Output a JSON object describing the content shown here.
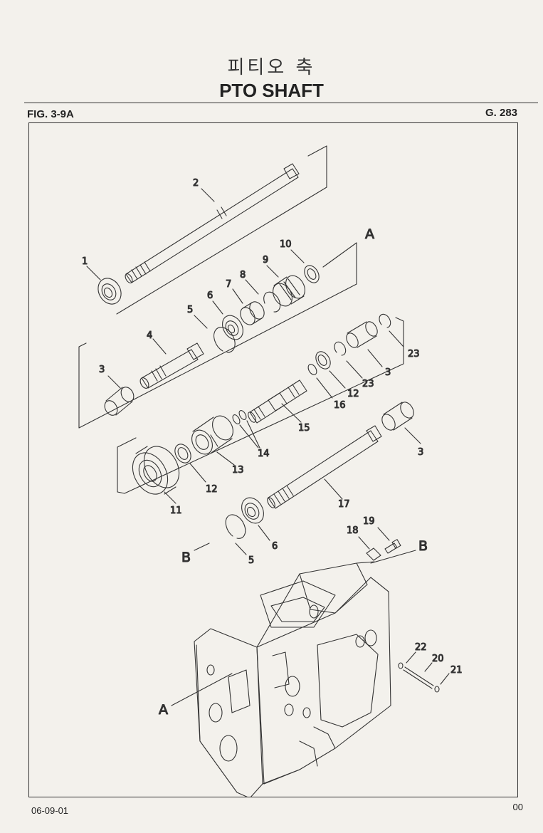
{
  "header": {
    "title_korean": "피티오 축",
    "title_english": "PTO SHAFT",
    "figure": "FIG. 3-9A",
    "page_code": "G. 283"
  },
  "callouts": [
    {
      "id": "c1",
      "label": "1"
    },
    {
      "id": "c2",
      "label": "2"
    },
    {
      "id": "c3a",
      "label": "3"
    },
    {
      "id": "c3b",
      "label": "3"
    },
    {
      "id": "c3c",
      "label": "3"
    },
    {
      "id": "c4",
      "label": "4"
    },
    {
      "id": "c5a",
      "label": "5"
    },
    {
      "id": "c5b",
      "label": "5"
    },
    {
      "id": "c6a",
      "label": "6"
    },
    {
      "id": "c6b",
      "label": "6"
    },
    {
      "id": "c7",
      "label": "7"
    },
    {
      "id": "c8",
      "label": "8"
    },
    {
      "id": "c9",
      "label": "9"
    },
    {
      "id": "c10",
      "label": "10"
    },
    {
      "id": "c11",
      "label": "11"
    },
    {
      "id": "c12a",
      "label": "12"
    },
    {
      "id": "c12b",
      "label": "12"
    },
    {
      "id": "c13",
      "label": "13"
    },
    {
      "id": "c14",
      "label": "14"
    },
    {
      "id": "c15",
      "label": "15"
    },
    {
      "id": "c16",
      "label": "16"
    },
    {
      "id": "c17",
      "label": "17"
    },
    {
      "id": "c18",
      "label": "18"
    },
    {
      "id": "c19",
      "label": "19"
    },
    {
      "id": "c20",
      "label": "20"
    },
    {
      "id": "c21",
      "label": "21"
    },
    {
      "id": "c22",
      "label": "22"
    },
    {
      "id": "c23a",
      "label": "23"
    },
    {
      "id": "c23b",
      "label": "23"
    }
  ],
  "refs": {
    "a_top": "A",
    "a_bottom": "A",
    "b_left": "B",
    "b_right": "B"
  },
  "footer": {
    "date": "06-09-01",
    "revision": "00"
  }
}
